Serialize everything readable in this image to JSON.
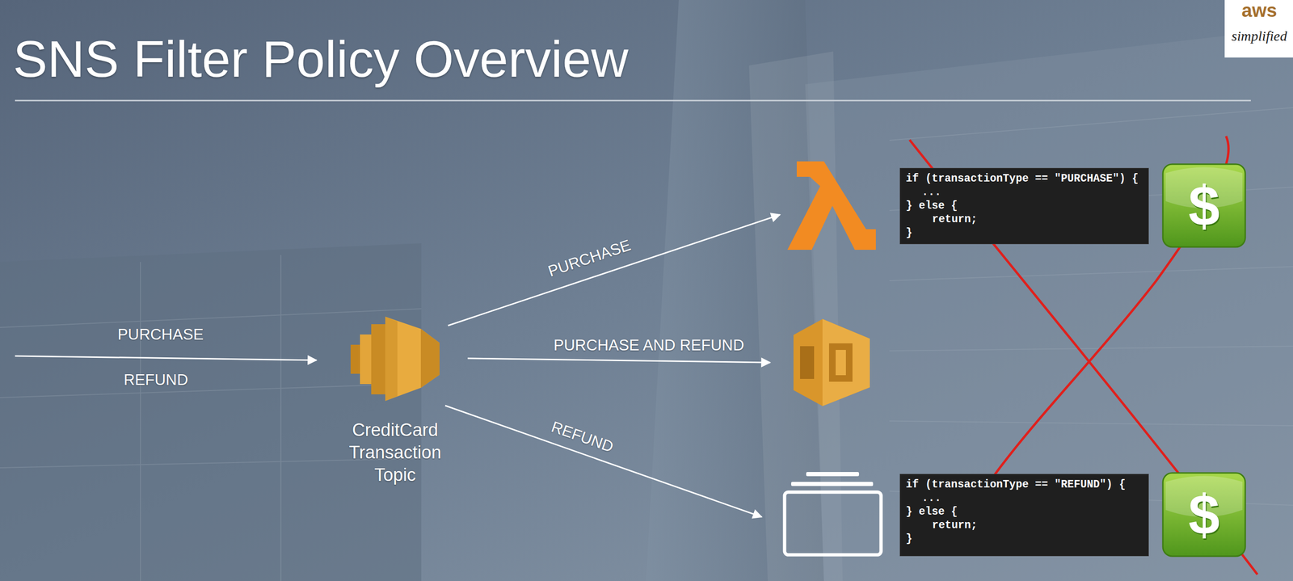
{
  "diagram": {
    "title": "SNS Filter Policy Overview",
    "nodes": [
      {
        "text": [
          "CreditCard Transaction Topic"
        ]
      },
      {
        "text": [
          "if (transactionType == \"PURCHASE\") {",
          "...",
          "} else {",
          "return;",
          "}"
        ]
      },
      {
        "text": [
          "if (transactionType == \"REFUND\") {",
          "...",
          "} else {",
          "return;",
          "}"
        ]
      }
    ],
    "labels": [
      "aws",
      "simplified",
      "PURCHASE",
      "REFUND",
      "PURCHASE",
      "PURCHASE AND REFUND",
      "REFUND",
      "$",
      "$"
    ]
  }
}
